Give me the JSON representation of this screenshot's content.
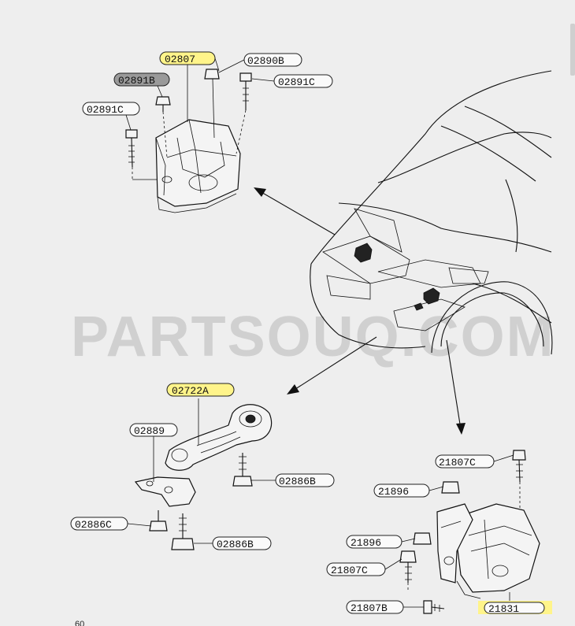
{
  "watermark": "PARTSOUQ.COM",
  "footer_text": "60",
  "callouts": {
    "c02807": "02807",
    "c02890B": "02890B",
    "c02891B": "02891B",
    "c02891C_left": "02891C",
    "c02891C_right": "02891C",
    "c02722A": "02722A",
    "c02889": "02889",
    "c02886B_a": "02886B",
    "c02886C": "02886C",
    "c02886B_b": "02886B",
    "c21807C_top": "21807C",
    "c21896_top": "21896",
    "c21896_mid": "21896",
    "c21807C_mid": "21807C",
    "c21807B": "21807B",
    "c21831": "21831"
  },
  "highlight_color": "#fff48a"
}
